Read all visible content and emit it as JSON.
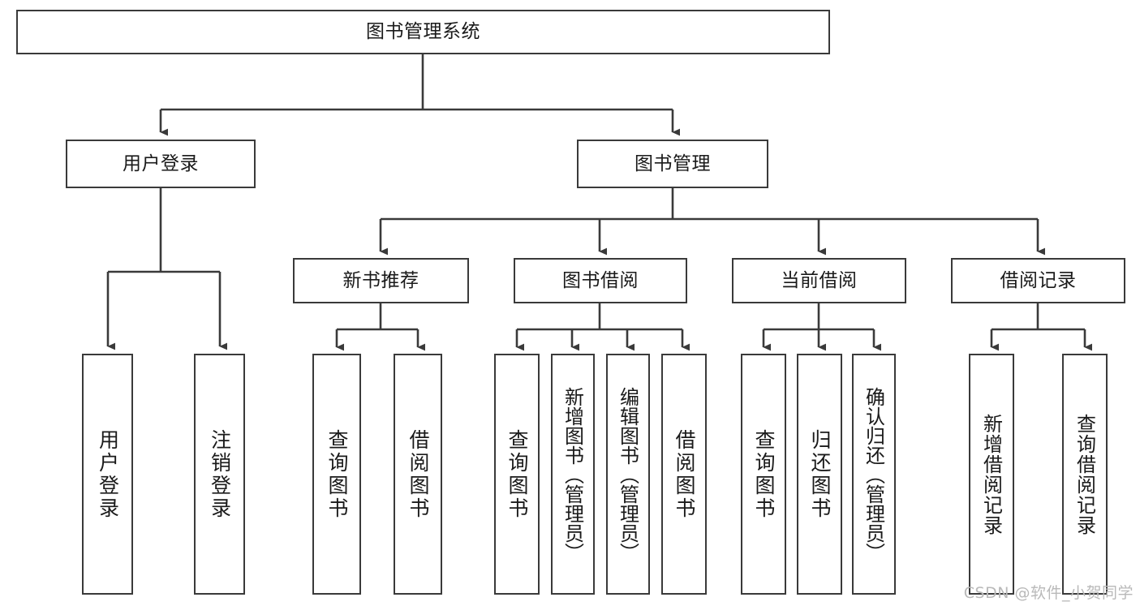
{
  "diagram": {
    "type": "tree-hierarchy",
    "title": "图书管理系统",
    "watermark": "CSDN @软件_小贺同学",
    "colors": {
      "box_border": "#3a3a3a",
      "box_fill": "#ffffff",
      "connector": "#3a3a3a",
      "text": "#1a1a1a",
      "watermark": "#b9b9b9",
      "background": "#ffffff"
    },
    "nodes": {
      "root": {
        "label": "图书管理系统"
      },
      "level1": [
        {
          "id": "user-login",
          "label": "用户登录"
        },
        {
          "id": "book-manage",
          "label": "图书管理"
        }
      ],
      "level2": [
        {
          "id": "new-book-recommend",
          "label": "新书推荐"
        },
        {
          "id": "book-borrow",
          "label": "图书借阅"
        },
        {
          "id": "current-borrow",
          "label": "当前借阅"
        },
        {
          "id": "borrow-record",
          "label": "借阅记录"
        }
      ],
      "leaves": {
        "user-login": [
          {
            "id": "leaf-user-login",
            "label": "用户登录"
          },
          {
            "id": "leaf-user-logout",
            "label": "注销登录"
          }
        ],
        "new-book-recommend": [
          {
            "id": "leaf-query-book-1",
            "label": "查询图书"
          },
          {
            "id": "leaf-borrow-book-1",
            "label": "借阅图书"
          }
        ],
        "book-borrow": [
          {
            "id": "leaf-query-book-2",
            "label": "查询图书"
          },
          {
            "id": "leaf-add-book",
            "label": "新增图书（管理员）"
          },
          {
            "id": "leaf-edit-book",
            "label": "编辑图书（管理员）"
          },
          {
            "id": "leaf-borrow-book-2",
            "label": "借阅图书"
          }
        ],
        "current-borrow": [
          {
            "id": "leaf-query-book-3",
            "label": "查询图书"
          },
          {
            "id": "leaf-return-book",
            "label": "归还图书"
          },
          {
            "id": "leaf-confirm-return",
            "label": "确认归还（管理员）"
          }
        ],
        "borrow-record": [
          {
            "id": "leaf-add-record",
            "label": "新增借阅记录"
          },
          {
            "id": "leaf-query-record",
            "label": "查询借阅记录"
          }
        ]
      }
    }
  }
}
